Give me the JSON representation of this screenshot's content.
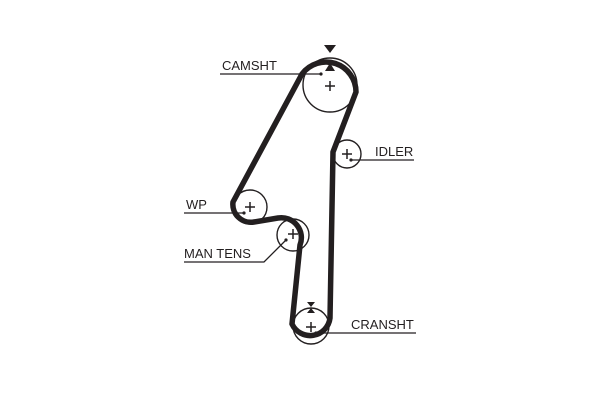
{
  "diagram": {
    "type": "timing-belt-routing",
    "colors": {
      "line": "#231f20",
      "background": "#ffffff"
    },
    "components": [
      {
        "id": "camshaft",
        "label": "CAMSHT",
        "timing_mark": true
      },
      {
        "id": "idler",
        "label": "IDLER",
        "timing_mark": false
      },
      {
        "id": "water-pump",
        "label": "WP",
        "timing_mark": false
      },
      {
        "id": "manual-tensioner",
        "label": "MAN TENS",
        "timing_mark": false
      },
      {
        "id": "crankshaft",
        "label": "CRANSHT",
        "timing_mark": true
      }
    ]
  }
}
